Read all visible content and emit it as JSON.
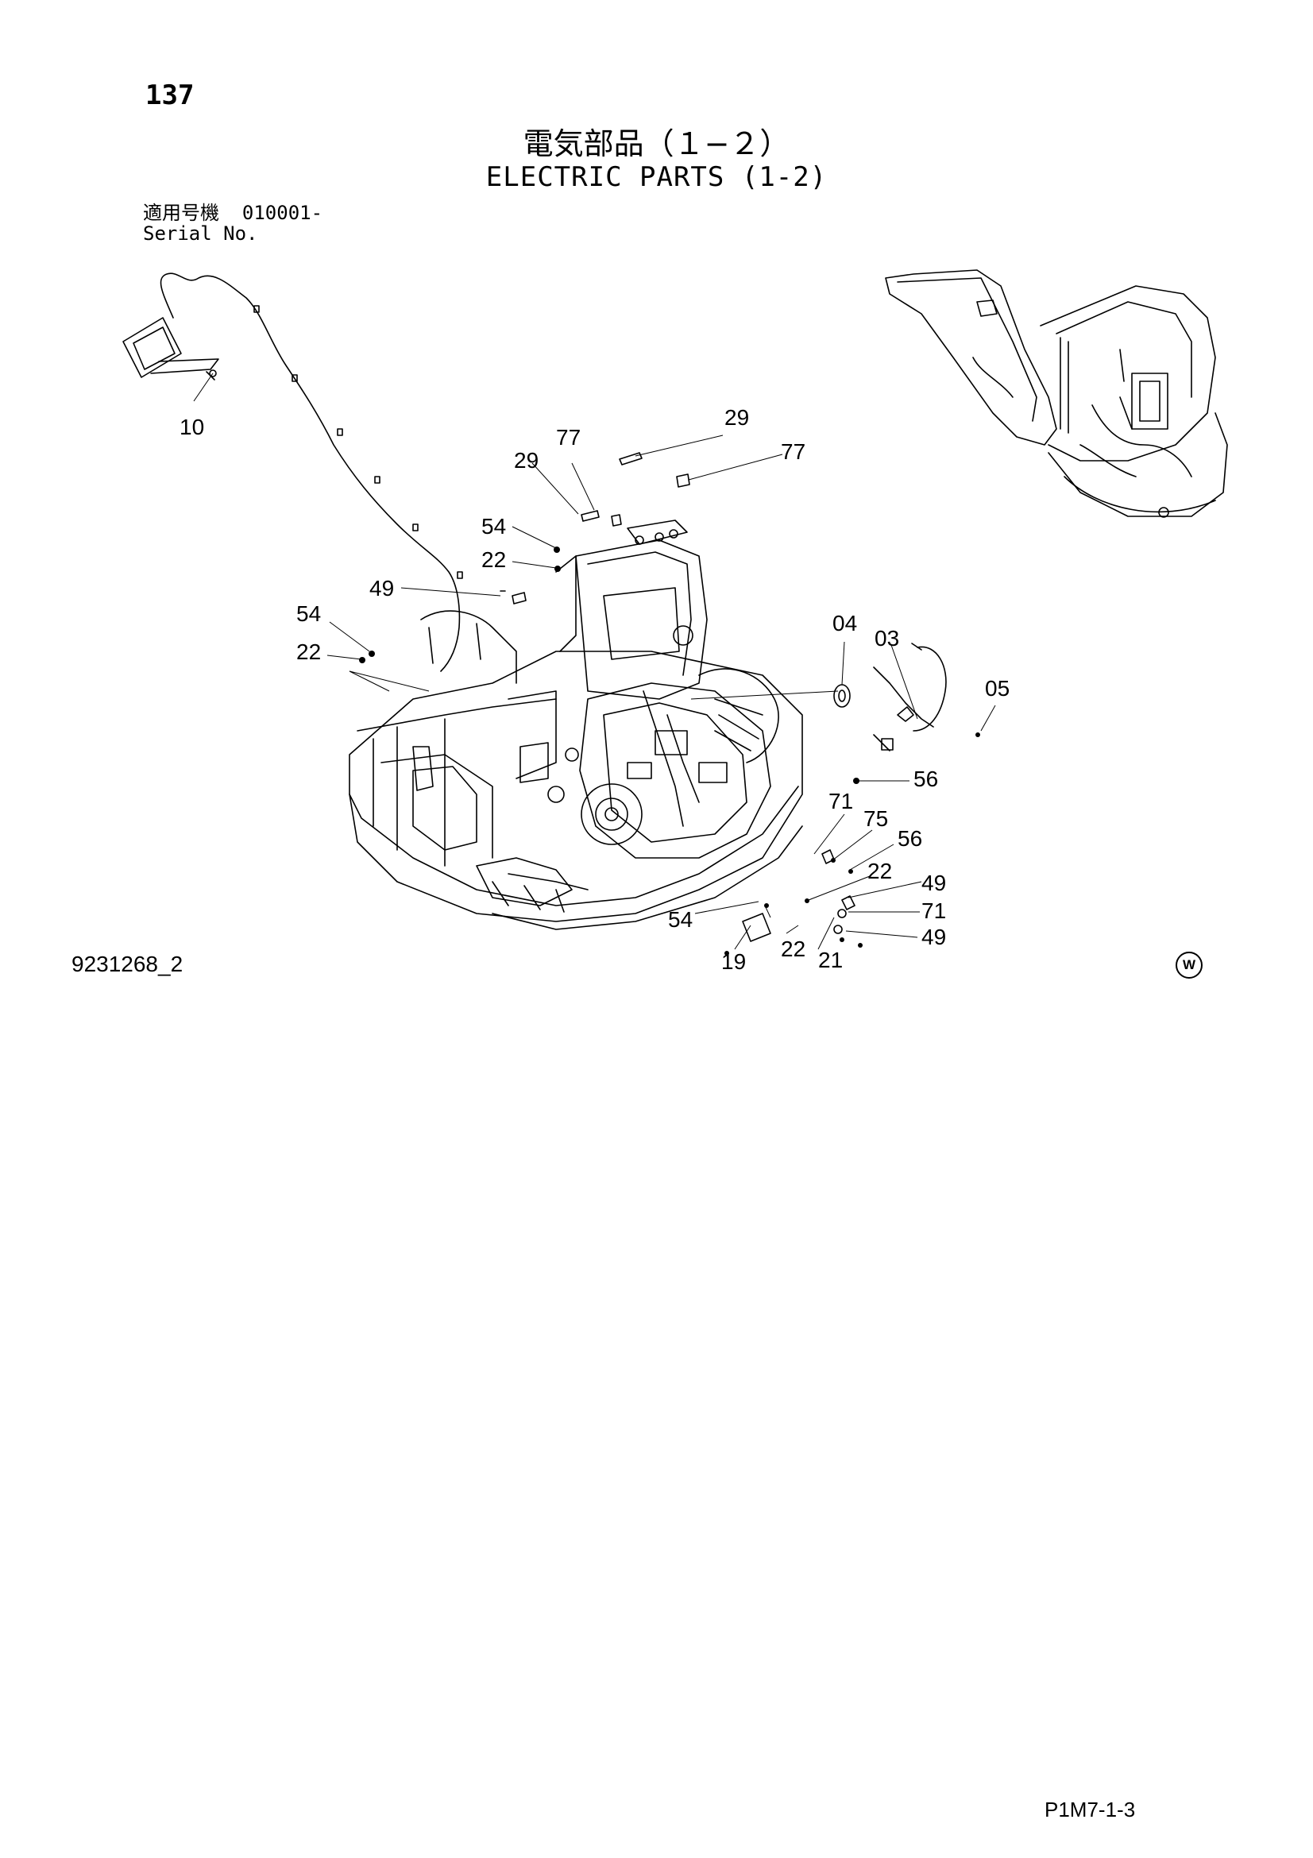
{
  "header": {
    "page_number": "137",
    "title_jp": "電気部品（１−２）",
    "title_en": "ELECTRIC PARTS (1-2)",
    "serial_label_jp": "適用号機",
    "serial_value": "010001-",
    "serial_label_en": "Serial No."
  },
  "callouts": {
    "c10": "10",
    "c29a": "29",
    "c77a": "77",
    "c29b": "29",
    "c77b": "77",
    "c54a": "54",
    "c22a": "22",
    "c49a": "49",
    "c54b": "54",
    "c22b": "22",
    "c04": "04",
    "c03": "03",
    "c05": "05",
    "c56a": "56",
    "c71a": "71",
    "c75": "75",
    "c56b": "56",
    "c22c": "22",
    "c49b": "49",
    "c71b": "71",
    "c49c": "49",
    "c54c": "54",
    "c22d": "22",
    "c19": "19",
    "c21": "21"
  },
  "footer": {
    "drawing_number": "9231268_2",
    "watermark_letter": "W",
    "page_code": "P1M7-1-3"
  }
}
